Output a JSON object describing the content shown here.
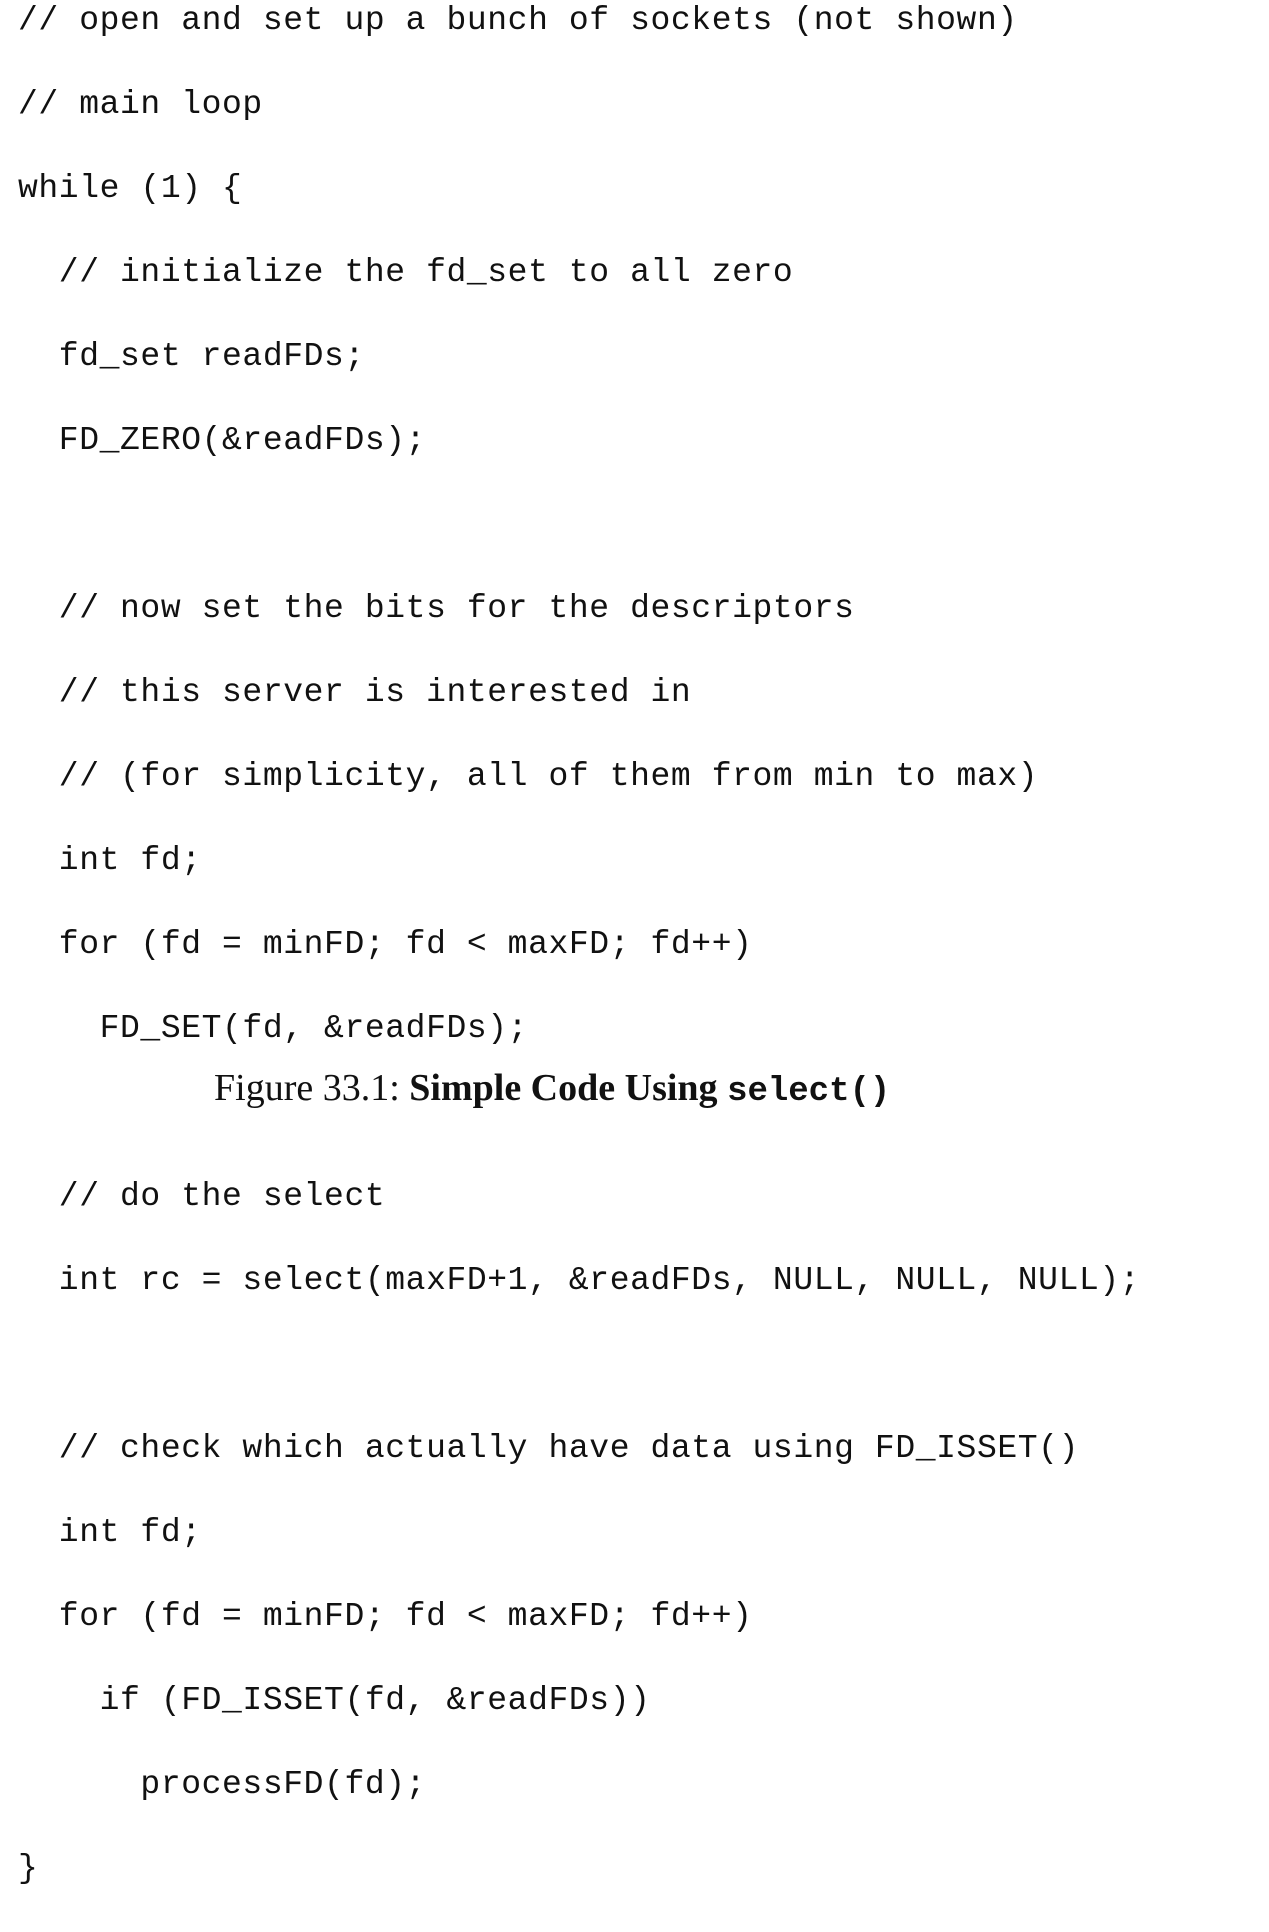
{
  "code": {
    "lines": [
      "// open and set up a bunch of sockets (not shown)",
      "// main loop",
      "while (1) {",
      "  // initialize the fd_set to all zero",
      "  fd_set readFDs;",
      "  FD_ZERO(&readFDs);",
      "",
      "  // now set the bits for the descriptors",
      "  // this server is interested in",
      "  // (for simplicity, all of them from min to max)",
      "  int fd;",
      "  for (fd = minFD; fd < maxFD; fd++)",
      "    FD_SET(fd, &readFDs);",
      "",
      "  // do the select",
      "  int rc = select(maxFD+1, &readFDs, NULL, NULL, NULL);",
      "",
      "  // check which actually have data using FD_ISSET()",
      "  int fd;",
      "  for (fd = minFD; fd < maxFD; fd++)",
      "    if (FD_ISSET(fd, &readFDs))",
      "      processFD(fd);",
      "}"
    ]
  },
  "caption": {
    "label": "Figure 33.1: ",
    "title": "Simple Code Using ",
    "function_name": "select()"
  }
}
